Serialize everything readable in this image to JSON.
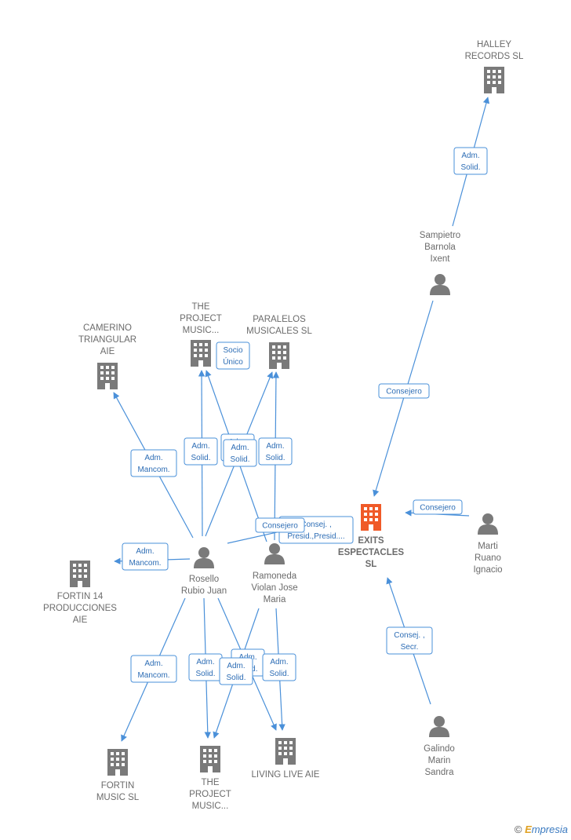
{
  "colors": {
    "edge": "#4a90d9",
    "building": "#7a7a7a",
    "main_building": "#f05a28",
    "person": "#7a7a7a",
    "label": "#6b6b6b"
  },
  "watermark": {
    "copyright": "©",
    "brand_first": "E",
    "brand_rest": "mpresia"
  },
  "nodes": [
    {
      "id": "halley",
      "kind": "building",
      "lines": [
        "HALLEY",
        "RECORDS  SL"
      ],
      "main": false
    },
    {
      "id": "sampietro",
      "kind": "person",
      "lines": [
        "Sampietro",
        "Barnola",
        "Ixent"
      ],
      "main": false
    },
    {
      "id": "camerino",
      "kind": "building",
      "lines": [
        "CAMERINO",
        "TRIANGULAR",
        "AIE"
      ],
      "main": false
    },
    {
      "id": "project1",
      "kind": "building",
      "lines": [
        "THE",
        "PROJECT",
        "MUSIC..."
      ],
      "main": false
    },
    {
      "id": "paralelos",
      "kind": "building",
      "lines": [
        "PARALELOS",
        "MUSICALES SL"
      ],
      "main": false
    },
    {
      "id": "exits",
      "kind": "building",
      "lines": [
        "EXITS",
        "ESPECTACLES",
        "SL"
      ],
      "main": true
    },
    {
      "id": "marti",
      "kind": "person",
      "lines": [
        "Marti",
        "Ruano",
        "Ignacio"
      ],
      "main": false
    },
    {
      "id": "fortin14",
      "kind": "building",
      "lines": [
        "FORTIN 14",
        "PRODUCCIONES",
        "AIE"
      ],
      "main": false
    },
    {
      "id": "rosello",
      "kind": "person",
      "lines": [
        "Rosello",
        "Rubio Juan"
      ],
      "main": false
    },
    {
      "id": "ramoneda",
      "kind": "person",
      "lines": [
        "Ramoneda",
        "Violan Jose",
        "Maria"
      ],
      "main": false
    },
    {
      "id": "fortinmusic",
      "kind": "building",
      "lines": [
        "FORTIN",
        "MUSIC  SL"
      ],
      "main": false
    },
    {
      "id": "project2",
      "kind": "building",
      "lines": [
        "THE",
        "PROJECT",
        "MUSIC..."
      ],
      "main": false
    },
    {
      "id": "living",
      "kind": "building",
      "lines": [
        "LIVING LIVE  AIE"
      ],
      "main": false
    },
    {
      "id": "galindo",
      "kind": "person",
      "lines": [
        "Galindo",
        "Marin",
        "Sandra"
      ],
      "main": false
    }
  ],
  "relations": [
    {
      "id": "r1",
      "lines": [
        "Adm.",
        "Solid."
      ]
    },
    {
      "id": "r2",
      "lines": [
        "Consejero"
      ]
    },
    {
      "id": "r3",
      "lines": [
        "Consejero"
      ]
    },
    {
      "id": "r4",
      "lines": [
        "Socio",
        "Único"
      ]
    },
    {
      "id": "r5",
      "lines": [
        "Adm.",
        "Mancom."
      ]
    },
    {
      "id": "r6",
      "lines": [
        "Adm.",
        "Solid."
      ]
    },
    {
      "id": "r7",
      "lines": [
        "Adm.",
        "Solid."
      ]
    },
    {
      "id": "r8",
      "lines": [
        "Adm.",
        "Solid."
      ]
    },
    {
      "id": "r9",
      "lines": [
        "Adm.",
        "Solid."
      ]
    },
    {
      "id": "r10",
      "lines": [
        "Consej. ,",
        "Presid.,Presid...."
      ]
    },
    {
      "id": "r11",
      "lines": [
        "Consejero"
      ]
    },
    {
      "id": "r12",
      "lines": [
        "Adm.",
        "Mancom."
      ]
    },
    {
      "id": "r13",
      "lines": [
        "Adm.",
        "Mancom."
      ]
    },
    {
      "id": "r14",
      "lines": [
        "Adm.",
        "Solid."
      ]
    },
    {
      "id": "r15",
      "lines": [
        "Adm.",
        "Solid."
      ]
    },
    {
      "id": "r16",
      "lines": [
        "Adm.",
        "Solid."
      ]
    },
    {
      "id": "r17",
      "lines": [
        "Adm.",
        "Solid."
      ]
    },
    {
      "id": "r18",
      "lines": [
        "Consej. ,",
        "Secr."
      ]
    }
  ]
}
